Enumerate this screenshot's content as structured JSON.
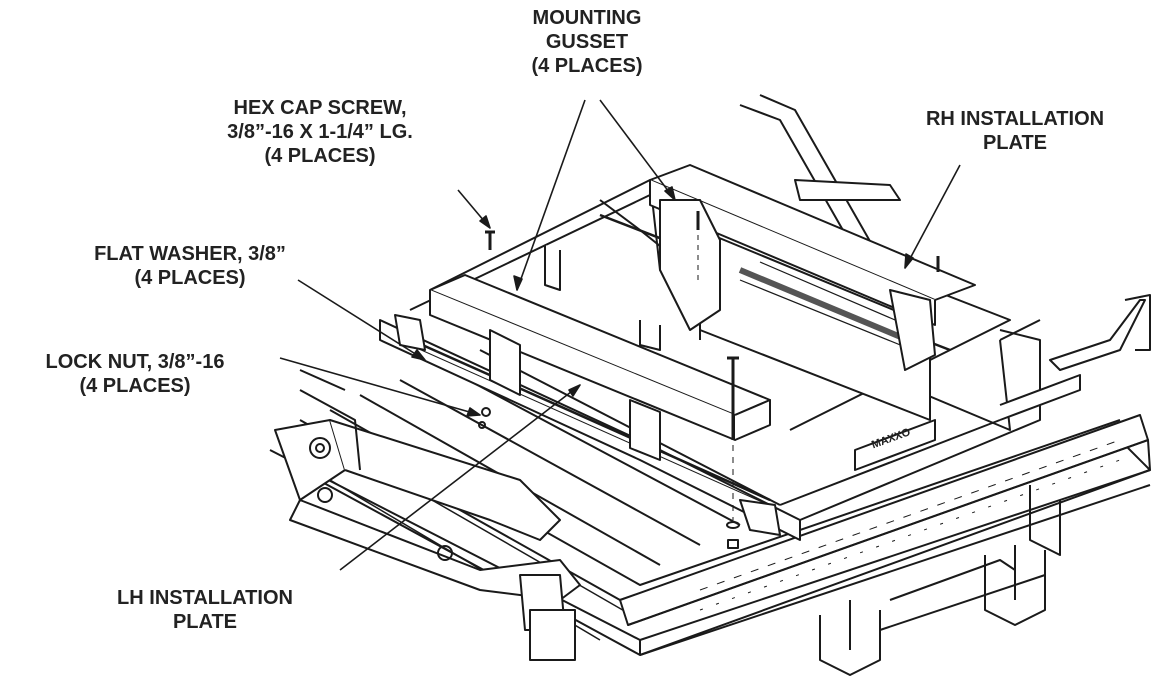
{
  "colors": {
    "line": "#1a1a1a",
    "text": "#222222",
    "background": "#ffffff"
  },
  "callouts": {
    "mounting_gusset": {
      "line1": "MOUNTING",
      "line2": "GUSSET",
      "line3": "(4 PLACES)"
    },
    "hex_cap_screw": {
      "line1": "HEX CAP SCREW,",
      "line2": "3/8”-16 X 1-1/4” LG.",
      "line3": "(4 PLACES)"
    },
    "rh_installation_plate": {
      "line1": "RH INSTALLATION",
      "line2": "PLATE"
    },
    "flat_washer": {
      "line1": "FLAT WASHER, 3/8”",
      "line2": "(4 PLACES)"
    },
    "lock_nut": {
      "line1": "LOCK NUT, 3/8”-16",
      "line2": "(4 PLACES)"
    },
    "lh_installation_plate": {
      "line1": "LH INSTALLATION",
      "line2": "PLATE"
    }
  },
  "machine": {
    "brand_text": "MAXXO"
  }
}
